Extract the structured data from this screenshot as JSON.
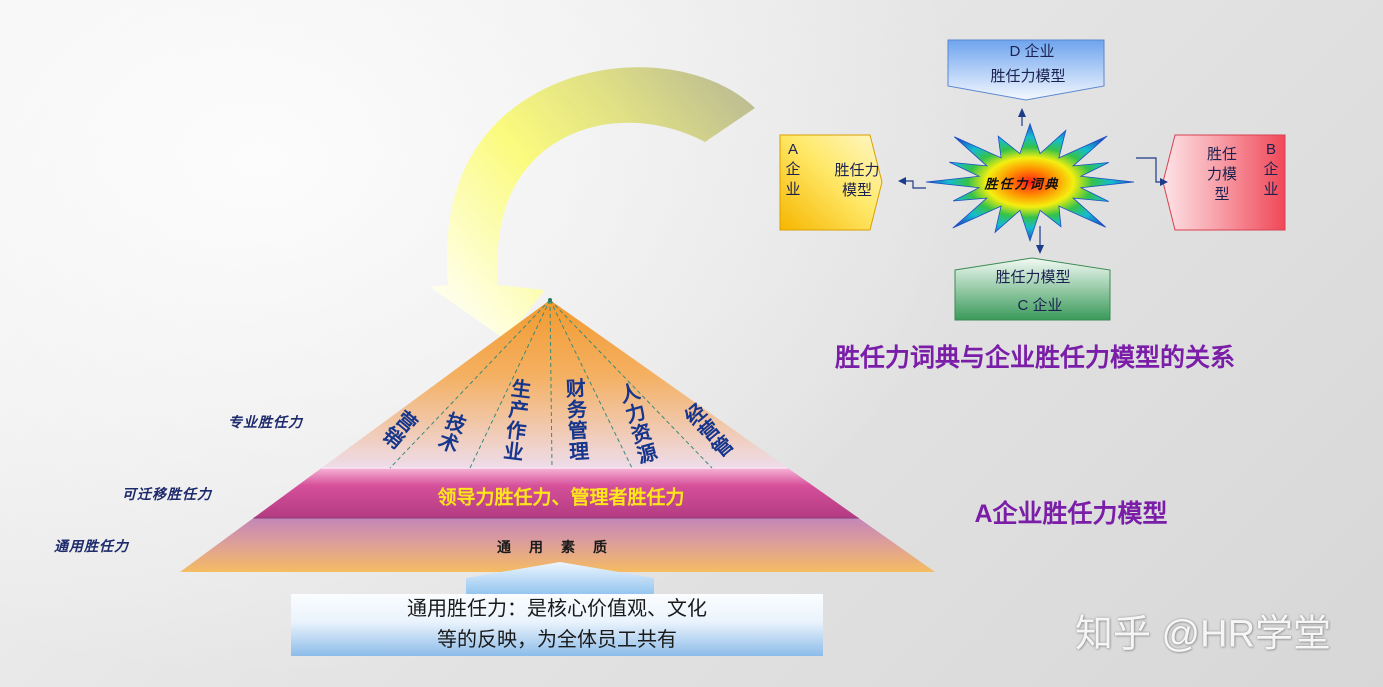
{
  "diagram": {
    "relation_title": "胜任力词典与企业胜任力模型的关系",
    "model_title": "A企业胜任力模型",
    "dictionary_label": "胜任力词典",
    "boxes": {
      "d": {
        "line1": "D 企业",
        "line2": "胜任力模型"
      },
      "a": {
        "company": [
          "A",
          "企",
          "业"
        ],
        "model": [
          "胜任力",
          "模型"
        ]
      },
      "b": {
        "model": [
          "胜任",
          "力模",
          "型"
        ],
        "company": [
          "B",
          "企",
          "业"
        ]
      },
      "c": {
        "line1": "胜任力模型",
        "line2": "C 企业"
      }
    },
    "pyramid": {
      "side_labels": [
        "专业胜任力",
        "可迁移胜任力",
        "通用胜任力"
      ],
      "functions": [
        "营销",
        "技术",
        "生产作业",
        "财务管理",
        "人力资源",
        "经营管"
      ],
      "middle_band": "领导力胜任力、管理者胜任力",
      "base_band": "通用素质"
    },
    "note": {
      "lines": [
        "通用胜任力：是核心价值观、文化",
        "等的反映，为全体员工共有"
      ]
    }
  },
  "watermark": "知乎 @HR学堂",
  "colors": {
    "title_purple": "#7a1ea8",
    "function_blue": "#16358c",
    "band_text_yellow": "#ffe619",
    "box_d_blue": "#6ea4ee",
    "box_a_yellow": "#f6b600",
    "box_b_red": "#f04858",
    "box_c_green": "#3a9a5a"
  }
}
